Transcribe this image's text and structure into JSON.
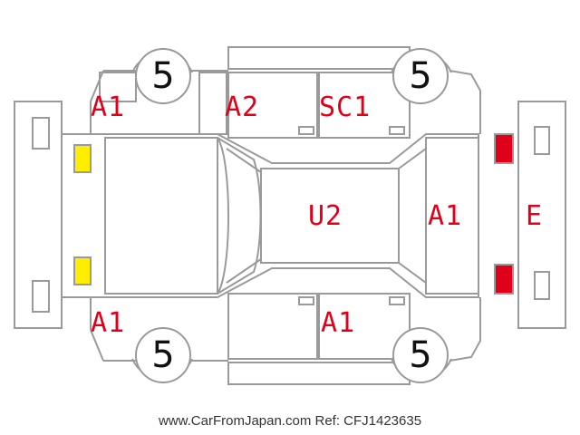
{
  "diagram": {
    "damage_codes": [
      {
        "id": "front-left-fender",
        "code": "A1"
      },
      {
        "id": "front-left-door",
        "code": "A2"
      },
      {
        "id": "rear-left-door",
        "code": "SC1"
      },
      {
        "id": "roof",
        "code": "U2"
      },
      {
        "id": "rear-window-area",
        "code": "A1"
      },
      {
        "id": "rear-bumper",
        "code": "E"
      },
      {
        "id": "front-right-fender",
        "code": "A1"
      },
      {
        "id": "rear-right-door",
        "code": "A1"
      }
    ],
    "tires": [
      {
        "id": "front-left",
        "value": "5"
      },
      {
        "id": "rear-left",
        "value": "5"
      },
      {
        "id": "front-right",
        "value": "5"
      },
      {
        "id": "rear-right",
        "value": "5"
      }
    ],
    "colors": {
      "outline": "#9a9a9a",
      "label": "#e0001a",
      "headlight": "#ffee00",
      "taillight": "#e0001a"
    }
  },
  "footer": {
    "text": "www.CarFromJapan.com Ref: CFJ1423635"
  }
}
